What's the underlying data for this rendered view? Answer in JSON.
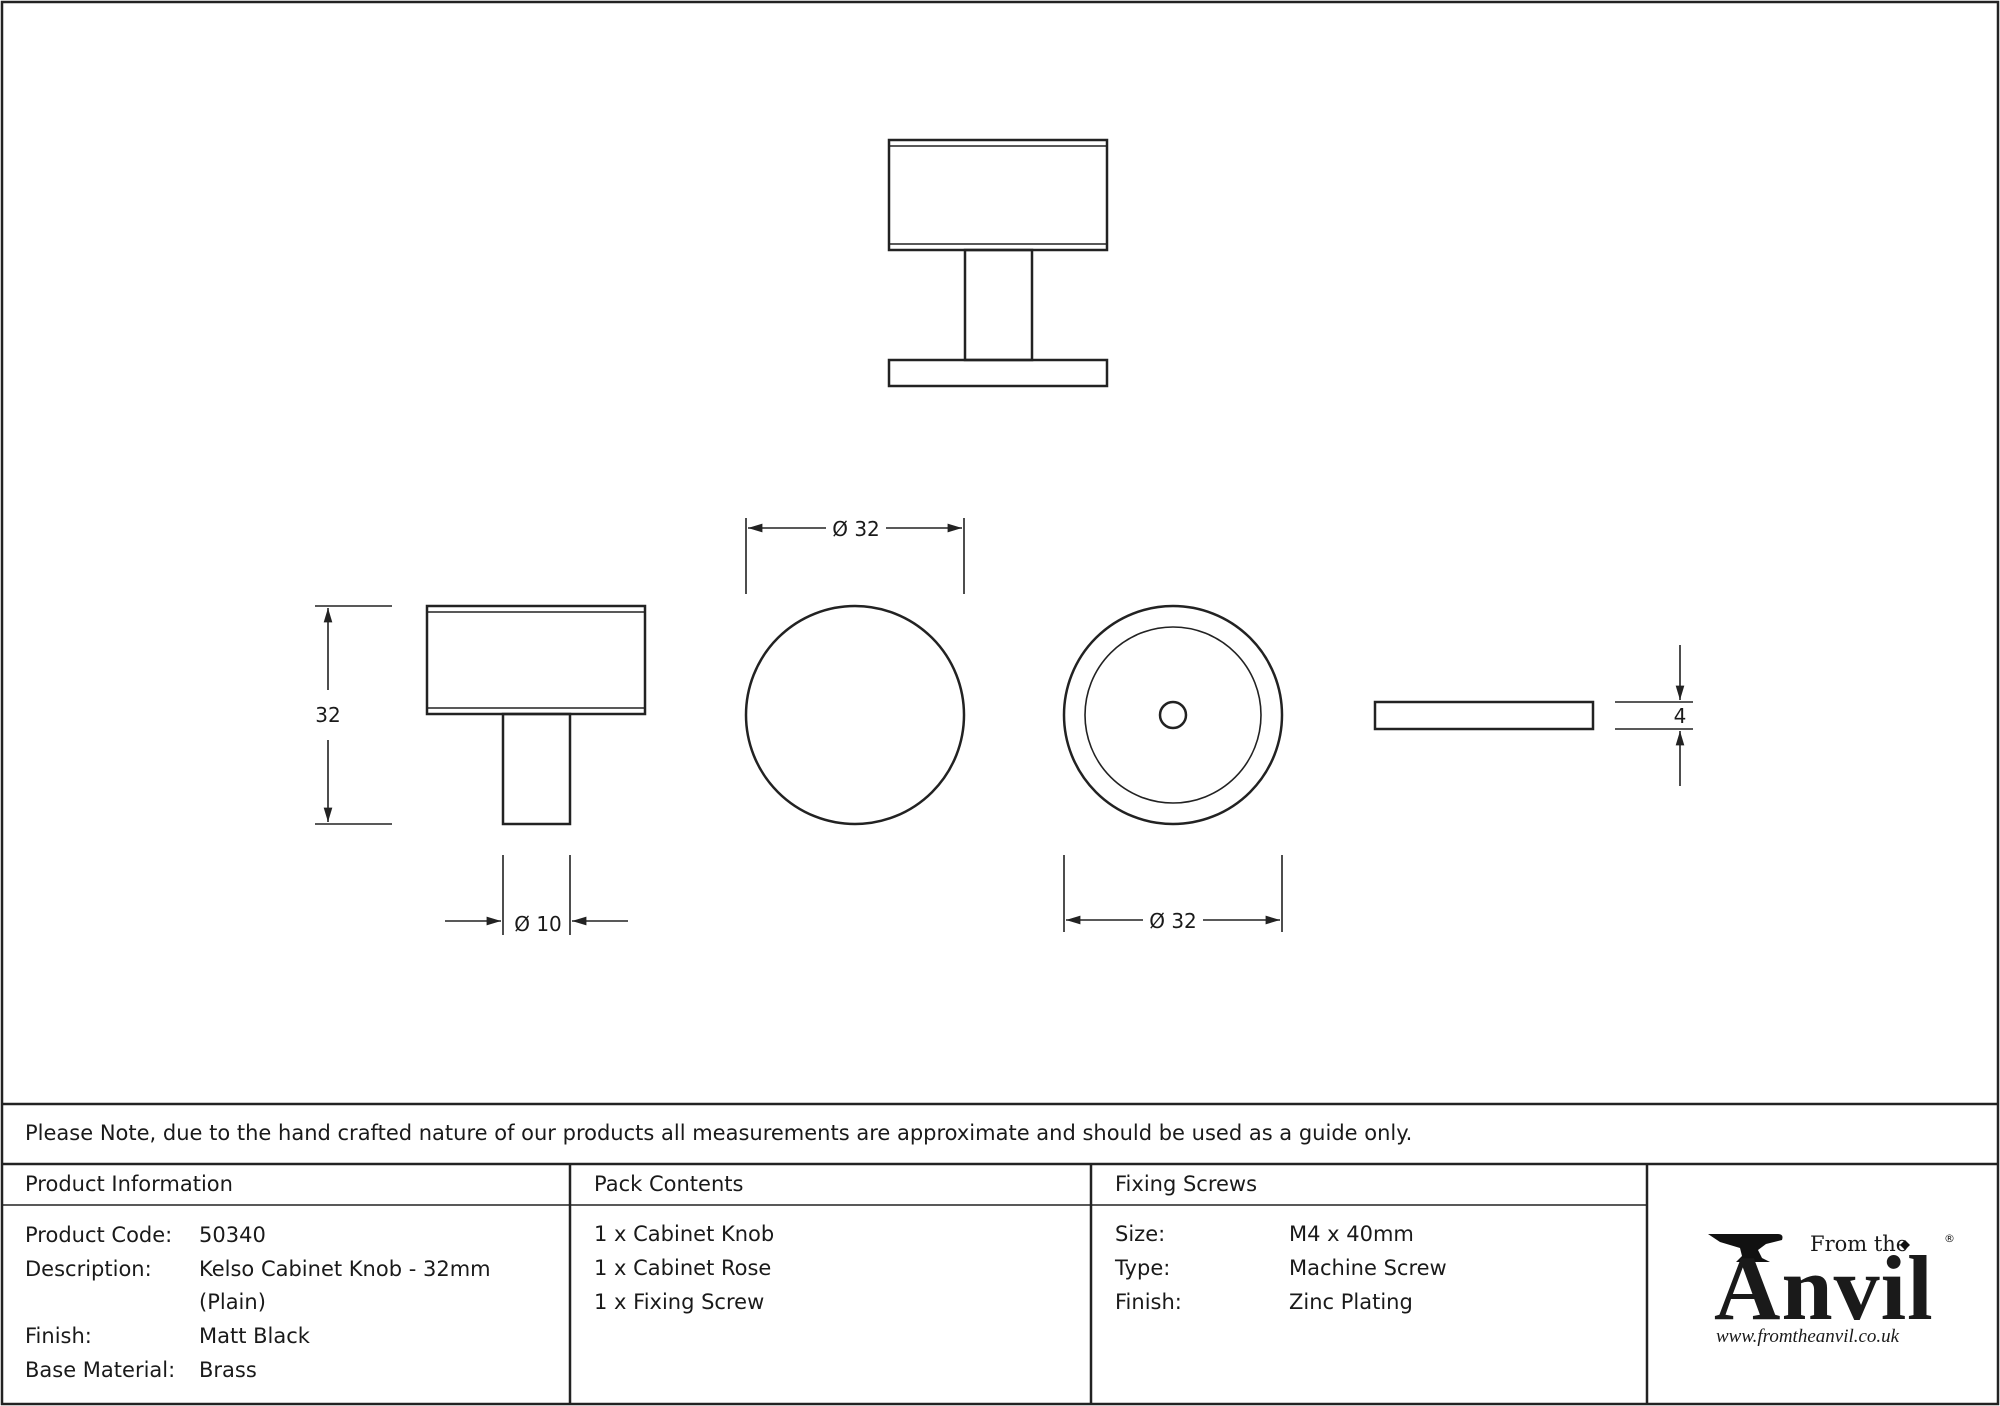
{
  "drawing": {
    "dimensions": {
      "front_height": "32",
      "shank_diameter": "Ø 10",
      "face_diameter": "Ø 32",
      "rose_diameter": "Ø 32",
      "rose_thickness": "4"
    }
  },
  "note": "Please Note, due to the hand crafted nature of our products all measurements are approximate and should be used as a guide only.",
  "product_info": {
    "heading": "Product Information",
    "rows": [
      {
        "label": "Product Code:",
        "value": "50340"
      },
      {
        "label": "Description:",
        "value": "Kelso Cabinet Knob - 32mm"
      },
      {
        "label": "",
        "value": "(Plain)"
      },
      {
        "label": "Finish:",
        "value": "Matt Black"
      },
      {
        "label": "Base Material:",
        "value": "Brass"
      }
    ]
  },
  "pack_contents": {
    "heading": "Pack Contents",
    "items": [
      "1 x Cabinet Knob",
      "1 x Cabinet Rose",
      "1 x Fixing Screw"
    ]
  },
  "fixing_screws": {
    "heading": "Fixing Screws",
    "rows": [
      {
        "label": "Size:",
        "value": "M4 x 40mm"
      },
      {
        "label": "Type:",
        "value": "Machine Screw"
      },
      {
        "label": "Finish:",
        "value": "Zinc Plating"
      }
    ]
  },
  "logo": {
    "from_the": "From the",
    "anvil": "Anvil",
    "registered": "®",
    "url": "www.fromtheanvil.co.uk"
  }
}
